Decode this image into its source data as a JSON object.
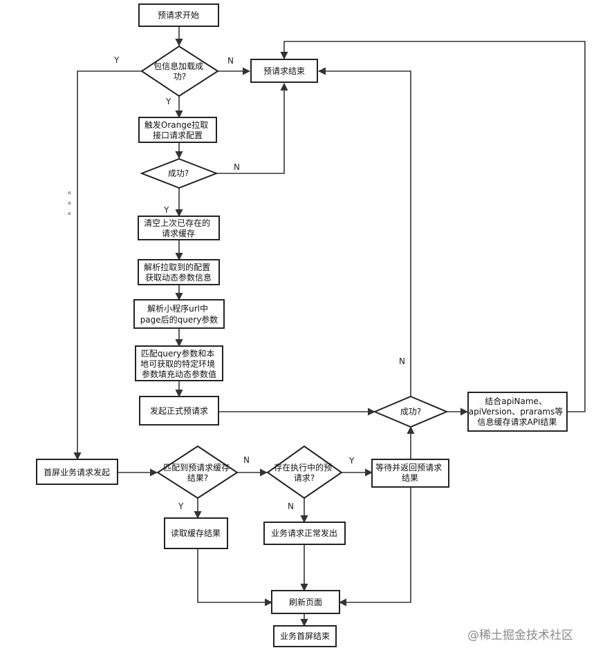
{
  "nodes": {
    "start": [
      "预请求开始"
    ],
    "pkg_loaded": [
      "包信息加载成",
      "功?"
    ],
    "end_pre": [
      "预请求结束"
    ],
    "trigger_orange": [
      "触发Orange拉取",
      "接口请求配置"
    ],
    "success1": [
      "成功?"
    ],
    "clear_cache": [
      "清空上次已存在的",
      "请求缓存"
    ],
    "parse_config": [
      "解析拉取到的配置",
      "获取动态参数信息"
    ],
    "parse_url": [
      "解析小程序url中",
      "page后的query参数"
    ],
    "match_query": [
      "匹配query参数和本",
      "地可获取的特定环境",
      "参数填充动态参数值"
    ],
    "send_formal": [
      "发起正式预请求"
    ],
    "success2": [
      "成功?"
    ],
    "cache_result": [
      "结合apiName、",
      "apiVersion、prarams等",
      "信息缓存请求API结果"
    ],
    "first_screen": [
      "首屏业务请求发起"
    ],
    "match_cache": [
      "匹配到预请求缓存",
      "结果?"
    ],
    "executing": [
      "存在执行中的预",
      "请求?"
    ],
    "wait_return": [
      "等待并返回预请求",
      "结果"
    ],
    "read_cache": [
      "读取缓存结果"
    ],
    "normal_send": [
      "业务请求正常发出"
    ],
    "refresh": [
      "刷新页面"
    ],
    "end_business": [
      "业务首屏结束"
    ]
  },
  "edge_labels": {
    "pkg_yes_left": "Y",
    "pkg_no": "N",
    "pkg_yes_down": "Y",
    "success1_no": "N",
    "success1_yes": "Y",
    "success2_no": "N",
    "match_no": "N",
    "match_yes": "Y",
    "executing_yes": "Y",
    "executing_no": "N"
  },
  "ellipsis": [
    "。",
    "。",
    "。"
  ],
  "watermark": "@稀土掘金技术社区"
}
